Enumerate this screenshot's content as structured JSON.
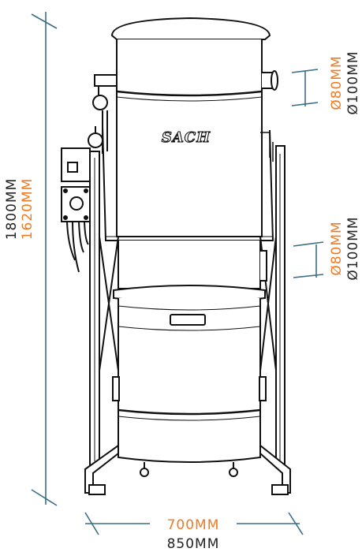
{
  "brand": "SACH",
  "dimensions": {
    "total_height": "1800MM",
    "body_height": "1620MM",
    "top_port_inner": "Ø80MM",
    "top_port_outer": "Ø100MM",
    "mid_port_inner": "Ø80MM",
    "mid_port_outer": "Ø100MM",
    "inner_width": "700MM",
    "outer_width": "850MM"
  },
  "colors": {
    "dimension_line": "#3a6e86",
    "primary_text": "#222222",
    "accent_text": "#f07a22"
  }
}
